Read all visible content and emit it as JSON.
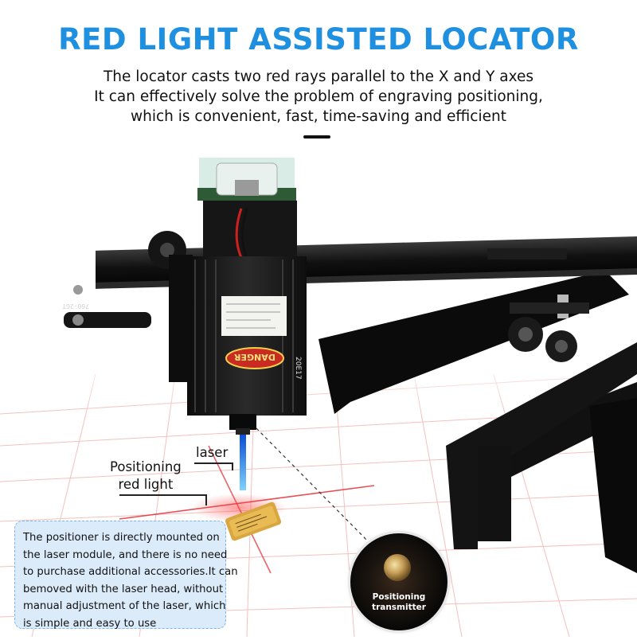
{
  "header": {
    "title": "RED LIGHT ASSISTED LOCATOR",
    "subtitle_lines": [
      "The locator casts two red rays parallel to the X and Y axes",
      "It can effectively solve the problem of engraving positioning,",
      "which is convenient, fast, time-saving and efficient"
    ]
  },
  "callouts": {
    "laser": "laser",
    "positioning_red_light": [
      "Positioning",
      "red light"
    ]
  },
  "info_box": {
    "lines": [
      "The positioner is directly mounted on",
      "the laser module, and there is no need",
      "to purchase additional accessories.It can",
      "bemoved with the laser head, without",
      "manual adjustment of the laser, which",
      "is simple and easy to use"
    ]
  },
  "zoom_inset": {
    "label_lines": [
      "Positioning",
      "transmitter"
    ]
  },
  "module_label": {
    "danger": "DANGER",
    "model": "20E17"
  },
  "rail_marking": "760-2GT",
  "colors": {
    "title": "#1f8fe0",
    "laser_beam": "#3aa0ff",
    "red_light": "#e0242a",
    "info_box_bg": "#dcebfa",
    "info_box_border": "#7fb6ea"
  }
}
